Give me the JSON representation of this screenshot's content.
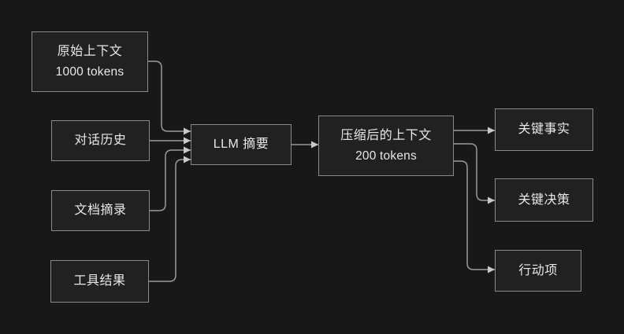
{
  "diagram": {
    "colors": {
      "background": "#181818",
      "node_fill": "#212121",
      "node_border": "#8a8a8a",
      "text": "#e8e8e8",
      "line": "#9a9a9a",
      "arrowhead": "#c9c9c9"
    },
    "nodes": {
      "original_context": {
        "line1": "原始上下文",
        "line2": "1000 tokens"
      },
      "chat_history": {
        "line1": "对话历史"
      },
      "doc_excerpts": {
        "line1": "文档摘录"
      },
      "tool_results": {
        "line1": "工具结果"
      },
      "llm_summary": {
        "line1": "LLM 摘要"
      },
      "compressed_context": {
        "line1": "压缩后的上下文",
        "line2": "200 tokens"
      },
      "key_facts": {
        "line1": "关键事实"
      },
      "key_decisions": {
        "line1": "关键决策"
      },
      "action_items": {
        "line1": "行动项"
      }
    }
  }
}
